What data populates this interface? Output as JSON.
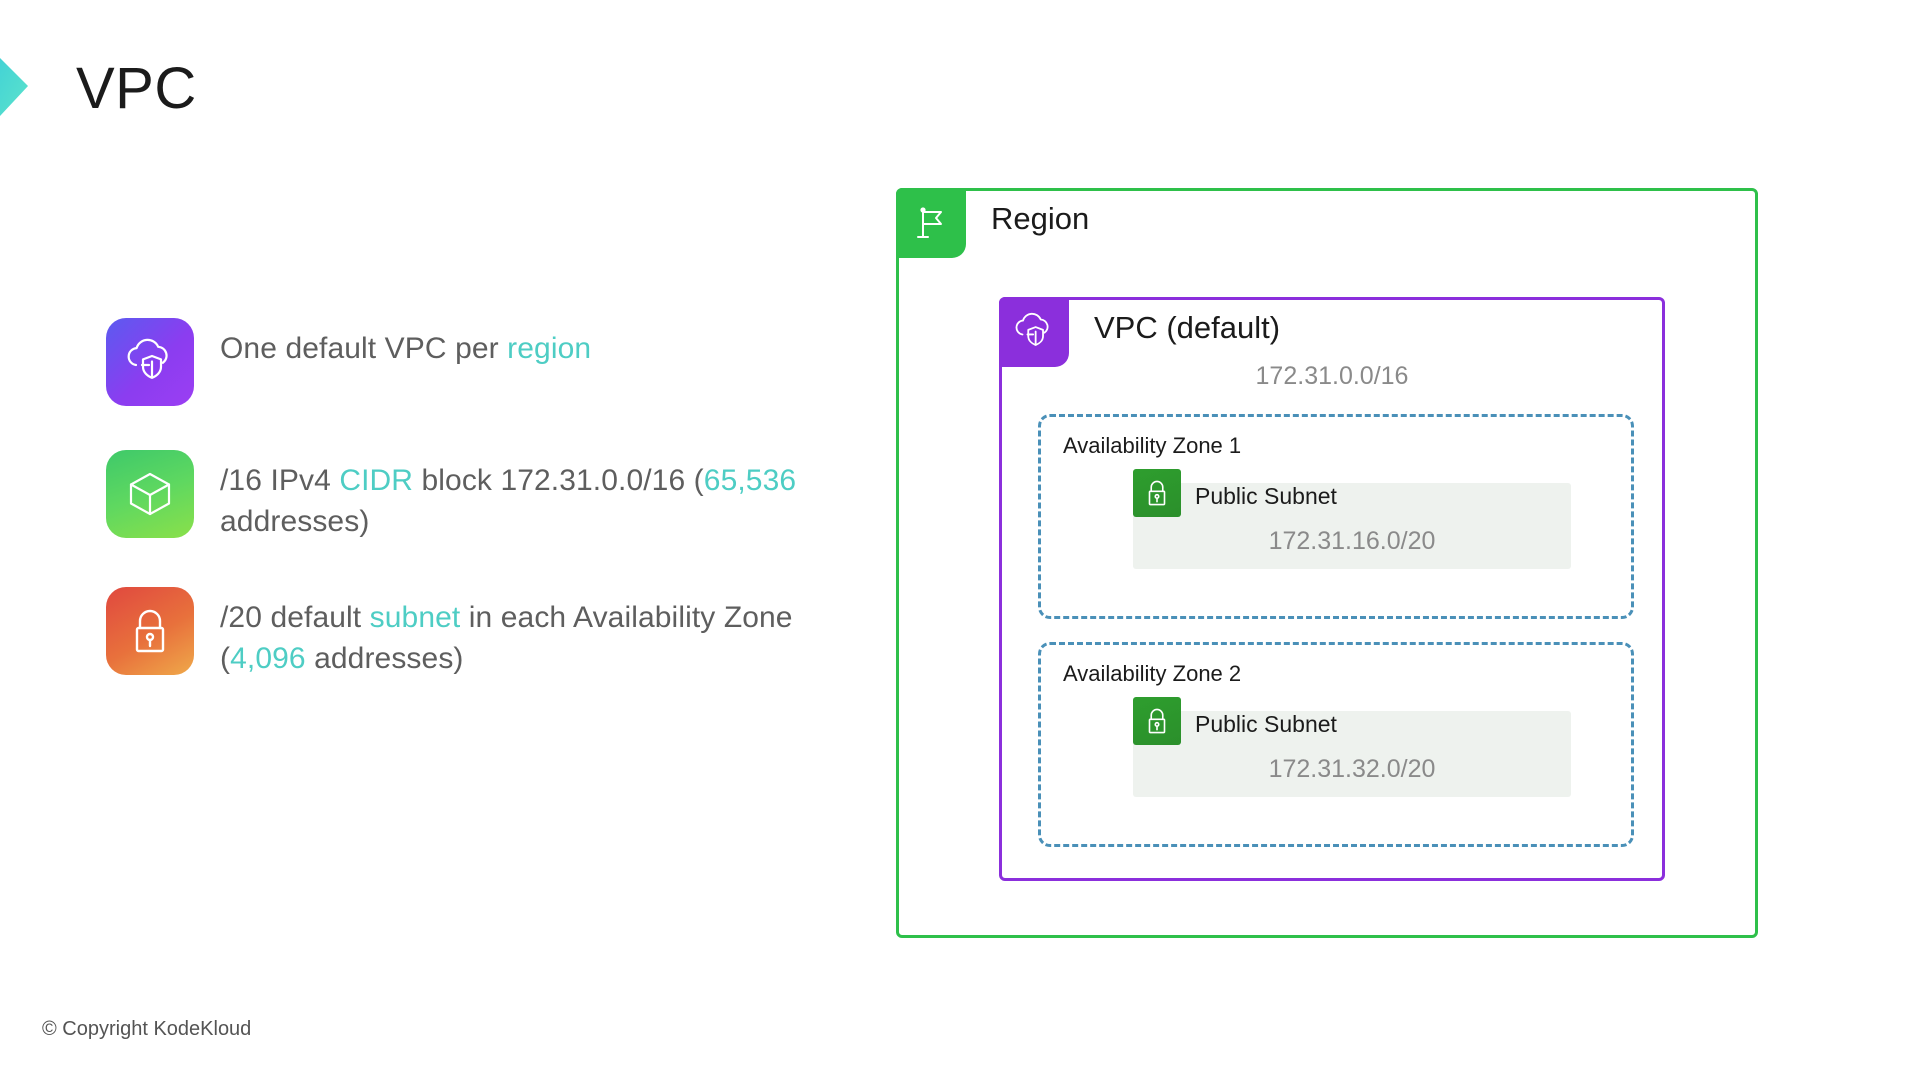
{
  "brand": {
    "logo_icon": "chevron-logo",
    "accent": "#3fd3d6"
  },
  "title": "VPC",
  "bullets": [
    {
      "icon": "cloud-shield-icon",
      "icon_gradient": "#5b5bf0 → #9b3ef3",
      "segments": [
        {
          "text": "One default VPC per ",
          "highlight": false
        },
        {
          "text": "region",
          "highlight": true
        }
      ]
    },
    {
      "icon": "cube-icon",
      "icon_gradient": "#3ec96a → #8ae04a",
      "segments": [
        {
          "text": "/16 IPv4 ",
          "highlight": false
        },
        {
          "text": "CIDR",
          "highlight": true
        },
        {
          "text": " block 172.31.0.0/16 (",
          "highlight": false
        },
        {
          "text": "65,536",
          "highlight": true
        },
        {
          "text": " addresses)",
          "highlight": false
        }
      ]
    },
    {
      "icon": "lock-icon",
      "icon_gradient": "#e0483f → #efa94a",
      "segments": [
        {
          "text": "/20 default ",
          "highlight": false
        },
        {
          "text": "subnet",
          "highlight": true
        },
        {
          "text": " in each Availability Zone (",
          "highlight": false
        },
        {
          "text": "4,096",
          "highlight": true
        },
        {
          "text": " addresses)",
          "highlight": false
        }
      ]
    }
  ],
  "diagram": {
    "region": {
      "label": "Region",
      "icon": "flag-icon",
      "border_color": "#2ec04a"
    },
    "vpc": {
      "label": "VPC (default)",
      "cidr": "172.31.0.0/16",
      "icon": "cloud-shield-icon",
      "border_color": "#8b2fdc"
    },
    "availability_zones": [
      {
        "label": "Availability Zone 1",
        "border_color": "#4a90b8",
        "subnet": {
          "name": "Public Subnet",
          "cidr": "172.31.16.0/20",
          "icon": "lock-icon",
          "badge_color": "#2e9e2e"
        }
      },
      {
        "label": "Availability Zone 2",
        "border_color": "#4a90b8",
        "subnet": {
          "name": "Public Subnet",
          "cidr": "172.31.32.0/20",
          "icon": "lock-icon",
          "badge_color": "#2e9e2e"
        }
      }
    ]
  },
  "footer": {
    "copyright": "© Copyright KodeKloud"
  },
  "colors": {
    "highlight_teal": "#4ecdc4",
    "body_text": "#5e5e5e",
    "muted_text": "#8a8a8a"
  }
}
